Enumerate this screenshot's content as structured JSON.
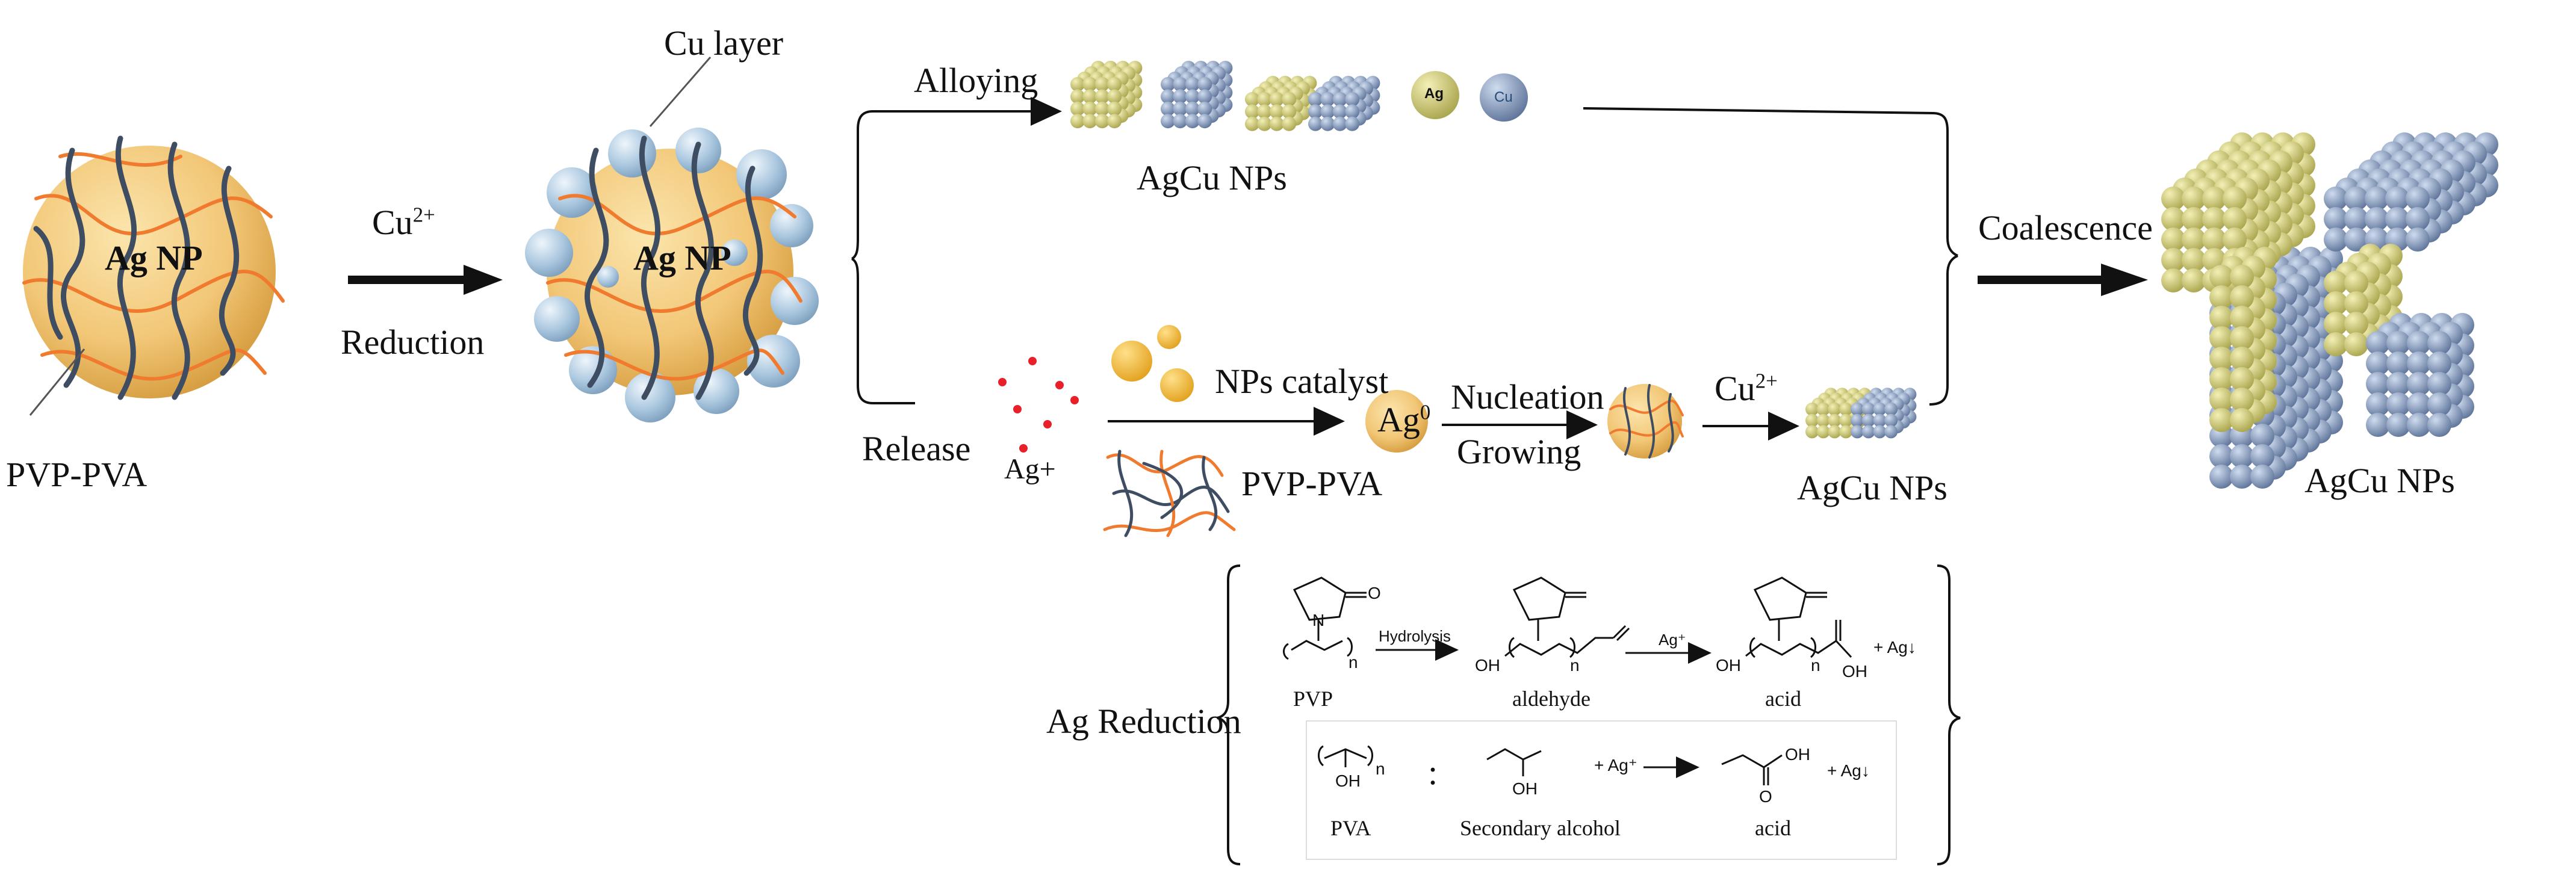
{
  "colors": {
    "gold": "#f3c97a",
    "gold_dark": "#c9962e",
    "copper": "#a9c6de",
    "chain_blue": "#3f4d63",
    "chain_orange": "#f07b2e",
    "ion_red": "#e8202a",
    "cube_yellow": "#d8d37c",
    "cube_blue": "#8aa0c4"
  },
  "left": {
    "particle_label": "Ag NP",
    "polymer_label": "PVP-PVA"
  },
  "step1": {
    "ion": "Cu",
    "ion_charge": "2+",
    "process": "Reduction"
  },
  "middle": {
    "particle_label": "Ag NP",
    "shell_label": "Cu layer"
  },
  "upper_branch": {
    "process": "Alloying",
    "product": "AgCu NPs",
    "ball_ag": "Ag",
    "ball_cu": "Cu"
  },
  "lower_branch": {
    "process": "Release",
    "ion_label": "Ag+",
    "catalyst": "NPs catalyst",
    "polymer": "PVP-PVA",
    "atom": "Ag",
    "atom_charge": "0",
    "step_a": "Nucleation",
    "step_b": "Growing",
    "ion2": "Cu",
    "ion2_charge": "2+",
    "product": "AgCu NPs"
  },
  "final": {
    "process": "Coalescence",
    "product": "AgCu NPs"
  },
  "reduction": {
    "label": "Ag Reduction",
    "row1": {
      "start": "PVP",
      "arrow1": "Hydrolysis",
      "mid": "aldehyde",
      "arrow2": "Ag⁺",
      "end": "acid",
      "plus": "+ Ag↓",
      "n1": "n",
      "n2": "n",
      "n3": "n",
      "oh1": "OH",
      "oh2": "OH",
      "oh3": "OH",
      "n_atom": "N",
      "o_atom": "O"
    },
    "row2": {
      "start": "PVA",
      "n": "n",
      "oh": "OH",
      "colon": ":",
      "mid": "Secondary alcohol",
      "oh2": "OH",
      "plus1": "+ Ag⁺",
      "end": "acid",
      "oh3": "OH",
      "o_atom": "O",
      "plus2": "+ Ag↓"
    }
  }
}
